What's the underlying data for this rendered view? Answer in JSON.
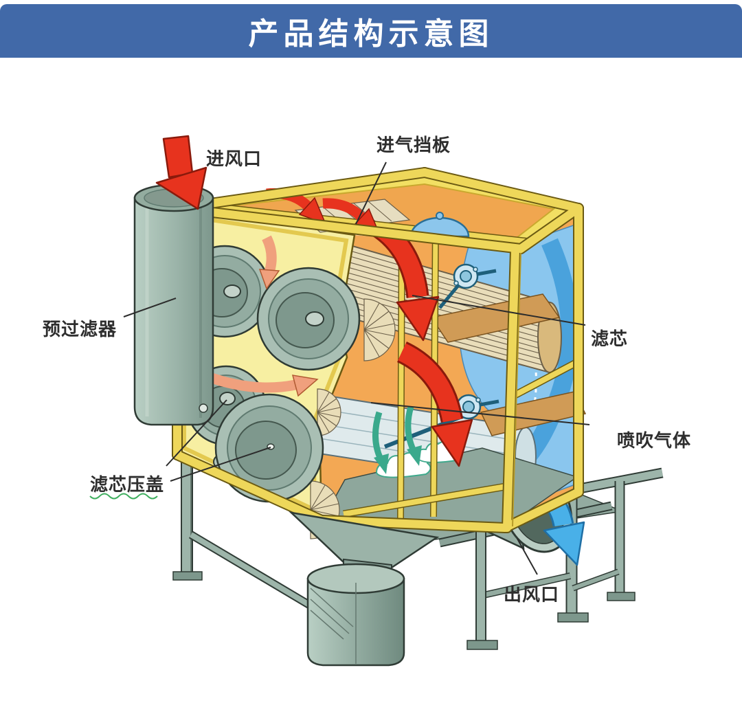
{
  "header": {
    "title": "产品结构示意图"
  },
  "diagram": {
    "labels": {
      "air_inlet": "进风口",
      "intake_baffle": "进气挡板",
      "pre_filter": "预过滤器",
      "filter_cartridge": "滤芯",
      "pulse_gas": "喷吹气体",
      "cartridge_cover": "滤芯压盖",
      "air_outlet": "出风口"
    },
    "colors": {
      "header_blue": "#4169a8",
      "frame_yellow": "#f2df63",
      "face_yellow": "#f7efa2",
      "interior_orange": "#f3a854",
      "metal_green": "#9db7ad",
      "cartridge_cream": "#e9ddba",
      "clean_air_blue": "#8ac6ee",
      "flow_ribbon_blue": "#4aa2dc",
      "airflow_red": "#e7331e",
      "salmon_arrow": "#f0a07d",
      "pulse_teal": "#3aa98c",
      "outlet_arrow_blue": "#49b0e8",
      "label_ink": "#2e2e2e"
    }
  }
}
